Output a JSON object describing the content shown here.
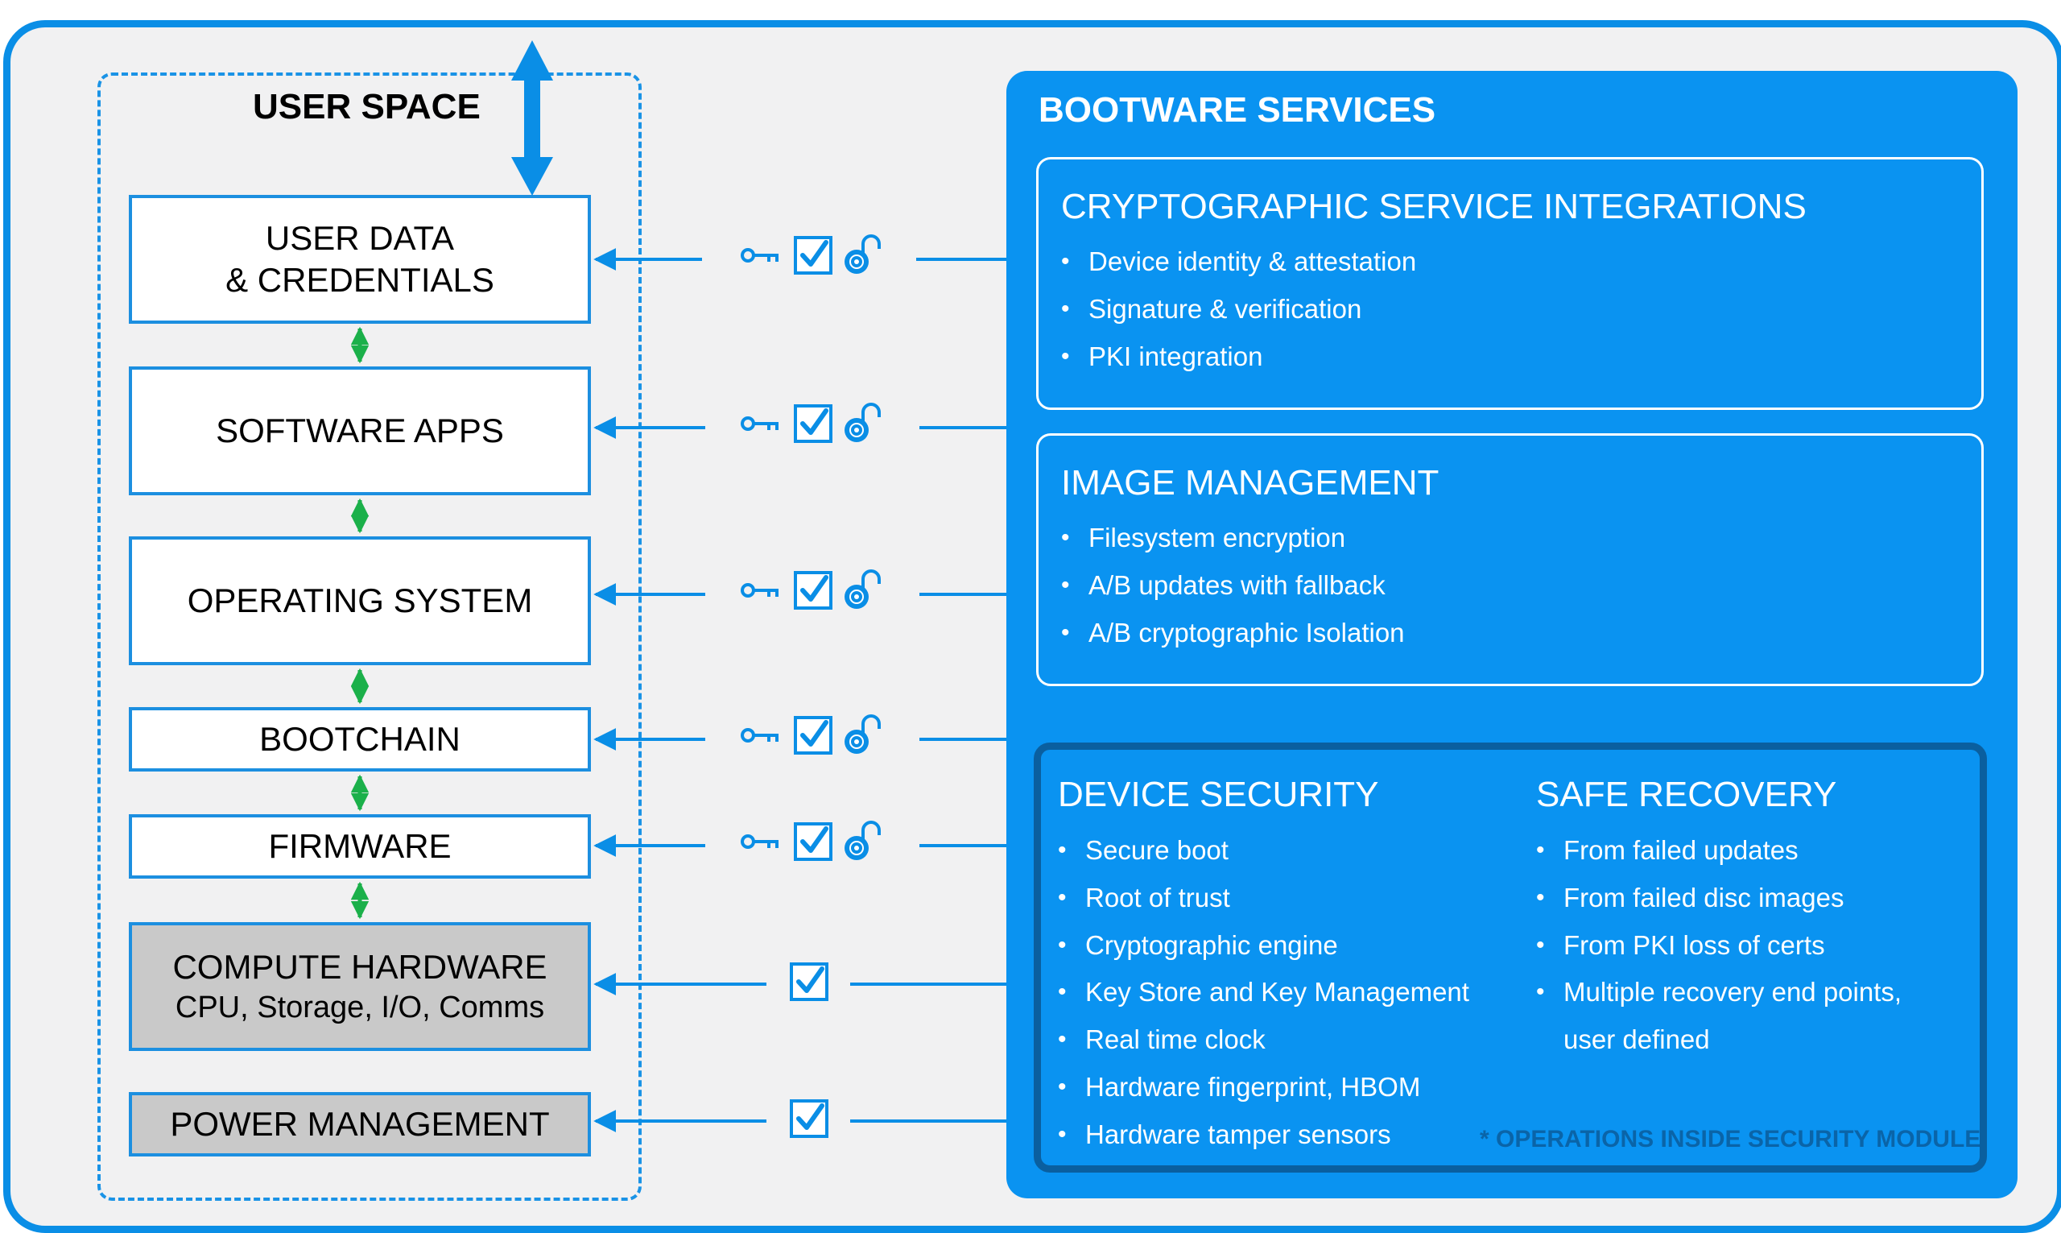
{
  "user_space": {
    "title": "USER SPACE",
    "layers": [
      {
        "line1": "USER DATA",
        "line2": "& CREDENTIALS",
        "type": "software"
      },
      {
        "line1": "SOFTWARE APPS",
        "line2": "",
        "type": "software"
      },
      {
        "line1": "OPERATING SYSTEM",
        "line2": "",
        "type": "software"
      },
      {
        "line1": "BOOTCHAIN",
        "line2": "",
        "type": "software"
      },
      {
        "line1": "FIRMWARE",
        "line2": "",
        "type": "software"
      },
      {
        "line1": "COMPUTE HARDWARE",
        "line2": "CPU, Storage, I/O, Comms",
        "type": "hardware"
      },
      {
        "line1": "POWER MANAGEMENT",
        "line2": "",
        "type": "hardware"
      }
    ]
  },
  "connectors": [
    {
      "icons": [
        "key-icon",
        "checkbox-icon",
        "unlock-icon"
      ]
    },
    {
      "icons": [
        "key-icon",
        "checkbox-icon",
        "unlock-icon"
      ]
    },
    {
      "icons": [
        "key-icon",
        "checkbox-icon",
        "unlock-icon"
      ]
    },
    {
      "icons": [
        "key-icon",
        "checkbox-icon",
        "unlock-icon"
      ]
    },
    {
      "icons": [
        "key-icon",
        "checkbox-icon",
        "unlock-icon"
      ]
    },
    {
      "icons": [
        "checkbox-icon"
      ]
    },
    {
      "icons": [
        "checkbox-icon"
      ]
    }
  ],
  "services": {
    "title": "BOOTWARE SERVICES",
    "crypto": {
      "title": "CRYPTOGRAPHIC SERVICE INTEGRATIONS",
      "items": [
        "Device identity & attestation",
        "Signature & verification",
        "PKI integration"
      ]
    },
    "image": {
      "title": "IMAGE MANAGEMENT",
      "items": [
        "Filesystem encryption",
        "A/B updates with fallback",
        "A/B cryptographic Isolation"
      ]
    },
    "device_security": {
      "title": "DEVICE SECURITY",
      "items": [
        "Secure boot",
        "Root of trust",
        "Cryptographic engine",
        "Key Store and Key Management",
        "Real time clock",
        "Hardware fingerprint, HBOM",
        "Hardware tamper sensors"
      ]
    },
    "safe_recovery": {
      "title": "SAFE RECOVERY",
      "items": [
        "From failed updates",
        "From failed disc images",
        "From PKI loss of certs",
        "Multiple recovery end points,"
      ],
      "continuation": "user defined"
    },
    "footnote": "* OPERATIONS INSIDE SECURITY MODULE"
  },
  "colors": {
    "primary_blue": "#0a93f1",
    "border_blue": "#1c8fe0",
    "green_arrow": "#1bb04a",
    "dark_blue": "#0a5f9f",
    "hardware_gray": "#c9c9c9"
  }
}
